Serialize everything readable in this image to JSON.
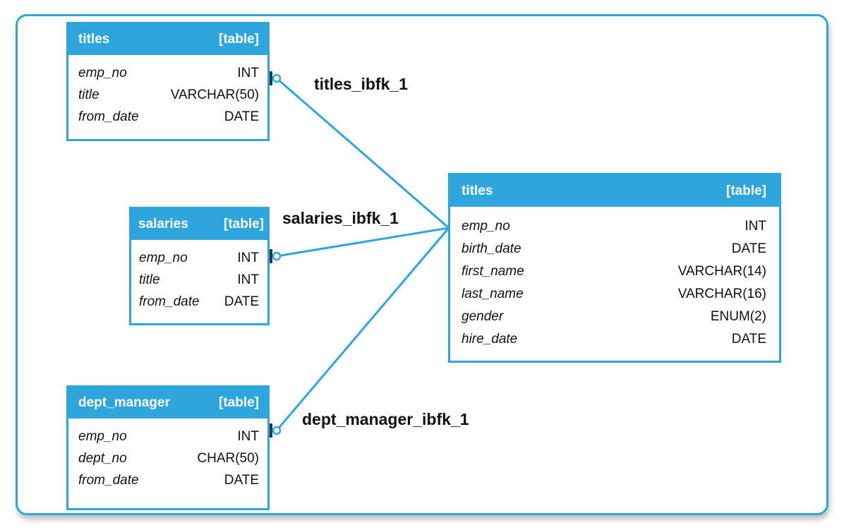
{
  "tables": {
    "titles_top": {
      "name": "titles",
      "kind": "[table]",
      "columns": [
        {
          "name": "emp_no",
          "type": "INT"
        },
        {
          "name": "title",
          "type": "VARCHAR(50)"
        },
        {
          "name": "from_date",
          "type": "DATE"
        }
      ]
    },
    "salaries": {
      "name": "salaries",
      "kind": "[table]",
      "columns": [
        {
          "name": "emp_no",
          "type": "INT"
        },
        {
          "name": "title",
          "type": "INT"
        },
        {
          "name": "from_date",
          "type": "DATE"
        }
      ]
    },
    "dept_manager": {
      "name": "dept_manager",
      "kind": "[table]",
      "columns": [
        {
          "name": "emp_no",
          "type": "INT"
        },
        {
          "name": "dept_no",
          "type": "CHAR(50)"
        },
        {
          "name": "from_date",
          "type": "DATE"
        }
      ]
    },
    "titles_main": {
      "name": "titles",
      "kind": "[table]",
      "columns": [
        {
          "name": "emp_no",
          "type": "INT"
        },
        {
          "name": "birth_date",
          "type": "DATE"
        },
        {
          "name": "first_name",
          "type": "VARCHAR(14)"
        },
        {
          "name": "last_name",
          "type": "VARCHAR(16)"
        },
        {
          "name": "gender",
          "type": "ENUM(2)"
        },
        {
          "name": "hire_date",
          "type": "DATE"
        }
      ]
    }
  },
  "relations": [
    {
      "label": "titles_ibfk_1"
    },
    {
      "label": "salaries_ibfk_1"
    },
    {
      "label": "dept_manager_ibfk_1"
    }
  ],
  "colors": {
    "accent": "#2ea6dd",
    "connector_end": "#1f3a4d"
  }
}
